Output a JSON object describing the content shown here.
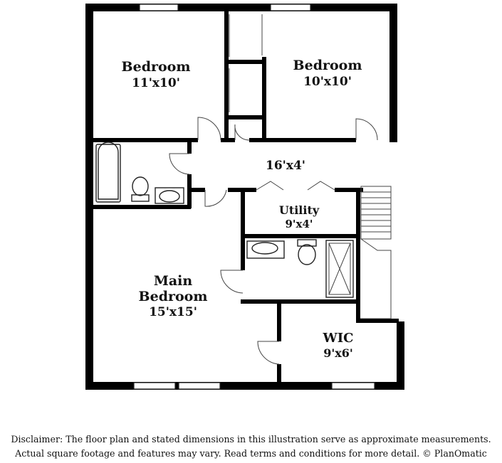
{
  "rooms": {
    "bedroom_left": {
      "name": "Bedroom",
      "size": "11'x10'"
    },
    "bedroom_right": {
      "name": "Bedroom",
      "size": "10'x10'"
    },
    "hall": {
      "size": "16'x4'"
    },
    "utility": {
      "name": "Utility",
      "size": "9'x4'"
    },
    "main_bedroom": {
      "name_line1": "Main",
      "name_line2": "Bedroom",
      "size": "15'x15'"
    },
    "wic": {
      "name": "WIC",
      "size": "9'x6'"
    }
  },
  "disclaimer": {
    "line1": "Disclaimer: The floor plan and stated dimensions in this illustration serve as approximate measurements.",
    "line2": "Actual square footage and features may vary. Read terms and conditions for more detail. © PlanOmatic"
  }
}
